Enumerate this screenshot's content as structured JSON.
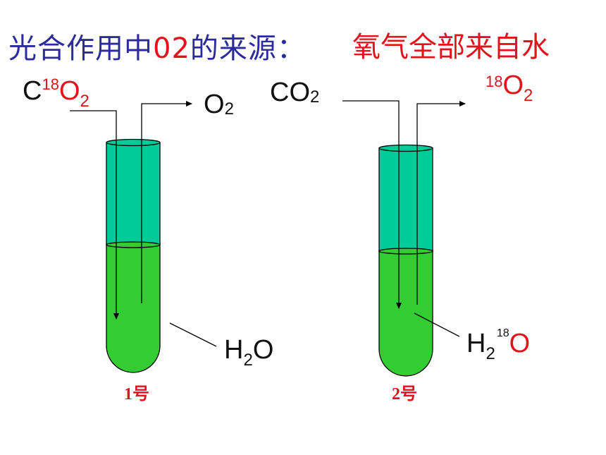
{
  "title": {
    "prefix": "光合作用中",
    "highlight": "02",
    "suffix": "的来源：",
    "answer": "氧气全部来自水"
  },
  "tube1": {
    "input_c": "C",
    "input_iso": "18",
    "input_o": "O",
    "input_sub": "2",
    "output_o": "O",
    "output_sub": "2",
    "water_h": "H",
    "water_sub": "2",
    "water_o": "O",
    "caption": "1号"
  },
  "tube2": {
    "input_co": "CO",
    "input_sub": "2",
    "output_iso": "18",
    "output_o": "O",
    "output_sub": "2",
    "water_h": "H",
    "water_sub": "2",
    "water_iso": "18",
    "water_o": "O",
    "caption": "2号"
  },
  "colors": {
    "title_blue": "#2b2b9e",
    "accent_red": "#e0141a",
    "gas_teal": "#00cc99",
    "water_green": "#33cc33"
  }
}
